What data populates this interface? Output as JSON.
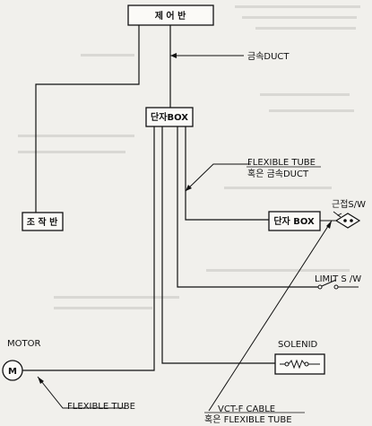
{
  "nodes": {
    "control_panel": "제 어 반",
    "junction_box_main": "단자BOX",
    "operation_panel": "조 작 반",
    "junction_box_right": "단자 BOX",
    "motor_symbol": "M"
  },
  "labels": {
    "metal_duct": "금속DUCT",
    "flexible_tube_line1": "FLEXIBLE TUBE",
    "flexible_tube_line2": "혹은 금속DUCT",
    "proximity_switch": "근접S/W",
    "limit_switch": "LIMIT S /W",
    "motor": "MOTOR",
    "solenoid": "SOLENID",
    "flexible_tube_motor": "FLEXIBLE TUBE",
    "vct_cable_line1": "VCT-F CABLE",
    "vct_cable_line2": "혹은 FLEXIBLE TUBE"
  }
}
